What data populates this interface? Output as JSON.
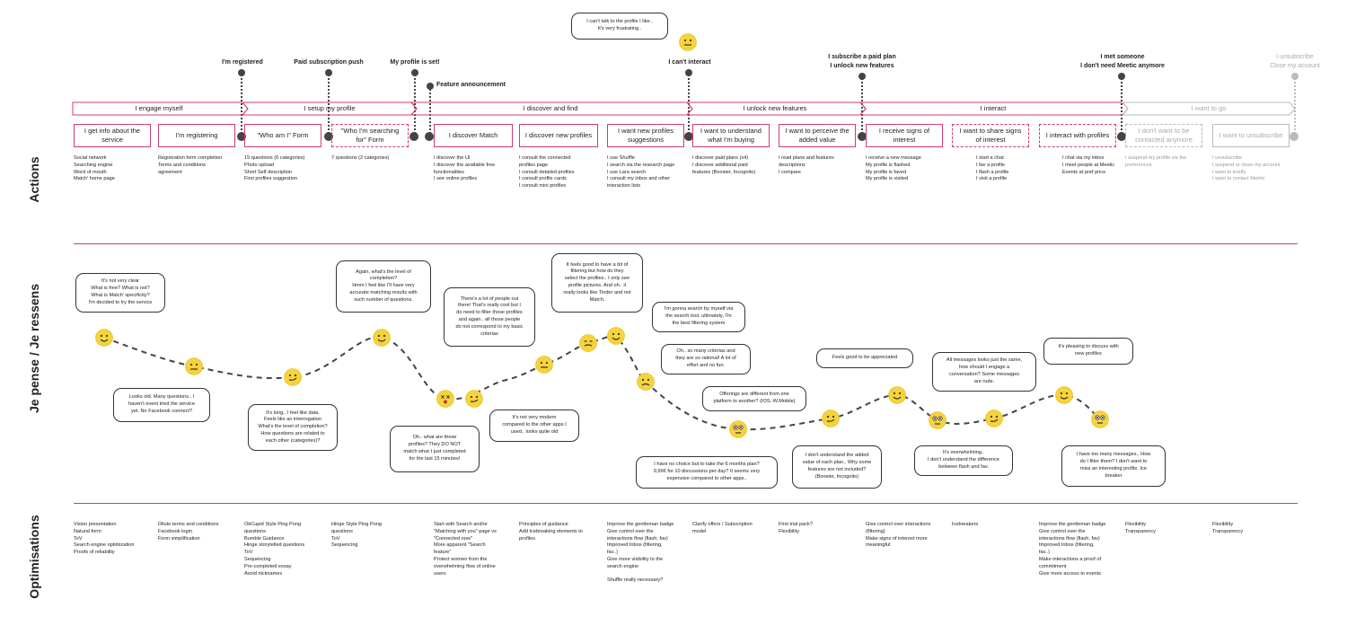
{
  "sections": {
    "actions": "Actions",
    "thinking": "Je pense / Je ressens",
    "optimisations": "Optimisations"
  },
  "events": [
    {
      "text": "I'm registered"
    },
    {
      "text": "Paid subscription push"
    },
    {
      "text": "My profile is set!"
    },
    {
      "text": "Feature announcement"
    },
    {
      "text": "I can't interact"
    },
    {
      "text": "I subscribe a paid plan\nI unlock new features"
    },
    {
      "text": "I met someone\nI don't need Meetic anymore"
    },
    {
      "text": "I unsubscribe\nClose my account"
    }
  ],
  "top_bubble": "I can't talk to the profile I like..\nIt's very frustrating..",
  "phases": [
    {
      "label": "I engage myself"
    },
    {
      "label": "I setup my profile"
    },
    {
      "label": "I discover and find"
    },
    {
      "label": "I unlock new features"
    },
    {
      "label": "I interact"
    },
    {
      "label": "I want to go"
    }
  ],
  "steps": [
    {
      "label": "I get info about the service"
    },
    {
      "label": "I'm registering"
    },
    {
      "label": "\"Who am I\" Form"
    },
    {
      "label": "\"Who I'm searching for\" Form"
    },
    {
      "label": "I discover Match"
    },
    {
      "label": "I discover new profiles"
    },
    {
      "label": "I want new profiles suggestions"
    },
    {
      "label": "I want to understand what I'm buying"
    },
    {
      "label": "I want to perceive the added value"
    },
    {
      "label": "I receive signs of interest"
    },
    {
      "label": "I want to share signs of interest"
    },
    {
      "label": "I interact with profiles"
    },
    {
      "label": "I don't want to be contacted anymore"
    },
    {
      "label": "I want to unsubscribe"
    }
  ],
  "actions": [
    "Social network\nSearching engine\nWord of mouth\nMatch' home page",
    "Registration form completion\nTerms and conditions\nagreement",
    "15 questions (6 categories)\nPhoto upload\nShort Self description\nFirst profiles suggestion",
    "7 questions (2 categories)",
    "I discover the UI\nI discover the available free\nfunctionalities\nI see online profiles",
    "I consult the connected\nprofiles page\nI consult detailed profiles\nI consult profile cards\nI consult mini profiles",
    "I use Shuffle\nI search via the research page\nI use Lara search\nI consult my inbox and other\ninteraction lists",
    "I discover paid plans (x4)\nI discover additional paid\nfeatures (Booster, Incognito)",
    "I read plans and features\ndescriptions\nI compare",
    "I receive a new message\nMy profile is flashed\nMy profile is faved\nMy profile is visited",
    "I start a chat\nI fav a profile\nI flash a profile\nI visit a profile",
    "I chat via my inbox\nI meet people at Meetic\nEvents at pref price",
    "I suspend my profile via the\npreferences",
    "I unsubscribe\nI suspend or close my account\nI want to testify\nI want to contact Meetic"
  ],
  "feelings": [
    "It's not very clear\nWhat is free? What is not?\nWhat is Match' specificity?\nI'm decided to try the service",
    "Looks old. Many questions.. I\nhaven't event tried the service\nyet. No Facebook connect?",
    "It's long.. I feel like data.\nFeels like an interrogation\nWhat's the level of completion?\nHow questions are related to\neach other (categories)?",
    "Again, what's the level of\ncompletion?\nHmm I feel like I'll have very\naccurate matching results with\nsuch number of questions.",
    "Oh.. what are these\nprofiles? They DO NOT\nmatch what I just completed\nfor the last 15 minutes!",
    "It's not very modern\ncompared to the other apps I\nused.. looks quite old",
    "There's a lot of people out\nthere! That's really cool but I\ndo need to filter those profiles\nand again.. all those people\ndo not correspond to my basic\ncriterias",
    "It feels good to have a bit of\nfiltering but how do they\nselect the profiles.. I only see\nprofile pictures. And oh.. it\nreally looks like Tinder and not\nMatch.",
    "I'm gonna search by myself via\nthe search tool, ultimately, I'm\nthe best filtering system",
    "Oh.. so many criterias and\nthey are so rational! A lot of\neffort and no fun.",
    "Offerings are different from one\nplatform to another? (IOS, W.Mobile)",
    "I have no choice but to take the 6 months plan?\n9,99€ for 10 discussions per day? It seems very\nexpensive compared to other apps..",
    "Feels good to be appreciated",
    "I don't understand the added\nvalue of each plan.. Why some\nfeatures are not included?\n(Booster, Incognito)",
    "It's overwhelming..\nI don't understand the difference\nbetween flash and fav.",
    "All messages looks just the same,\nhow should I engage a\nconversation? Some messages\nare rude.",
    "It's pleasing to discuss with\nnew profiles",
    "I have too many messages.. How\ndo I filter them? I don't want to\nmiss an interesting profile. Ice\nbreaker"
  ],
  "optimisations": [
    "Vision presentation\nNatural form\nToV\nSearch engine optimization\nProofs of reliability",
    "Dilute terms and conditions\nFacebook login\nForm simplification",
    "OkCupid Style Ping Pong\nquestions\nBumble Guidance\nHinge storytelled questions\nToV\nSequencing\nPre-completed essay\nAvoid nicknames",
    "Hinge Style Ping Pong\nquestions\nToV\nSequencing",
    "Start with Search and/or\n\"Matching with you\" page vs\n\"Connected now\"\nMore apparent \"Search\nfeature\"\nProtect women from the\noverwhelming flow of online\nusers",
    "Principles of guidance\nAdd Icebreaking elements to\nprofiles",
    "Improve the gentleman badge\nGive control over the\ninteractions flow (flash, fav)\nImproved Inbox (filtering,\nfav..)\nGive more visibility to the\nsearch engine\n\nShuffle really necessary?",
    "Clarify offers / Subscription\nmodel",
    "First trial pack?\nFlexibility",
    "Give control over interactions\n(filtering)\nMake signs of interest more\nmeaningful",
    "Icebreakers",
    "Improve the gentleman badge\nGive control over the\ninteractions flow (flash, fav)\nImproved Inbox (filtering,\nfav..)\nMake interactions a proof of\ncommitment\nGive more access to events",
    "Flexibility\nTransparency",
    "Flexibility\nTransparency"
  ],
  "colors": {
    "accent": "#d23c6e",
    "muted": "#bbbbbb",
    "face": "#f5d33a"
  }
}
